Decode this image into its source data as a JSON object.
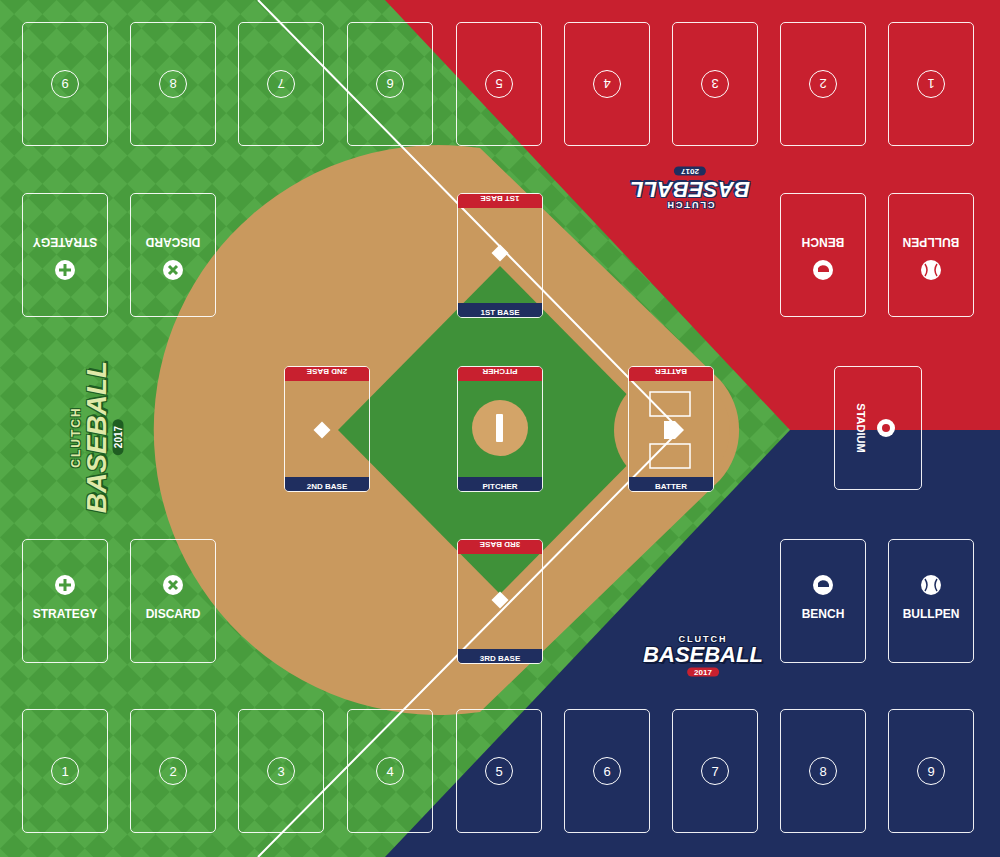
{
  "diagram": {
    "nodes": [
      {
        "text": [
          "9"
        ]
      },
      {
        "text": [
          "8"
        ]
      },
      {
        "text": [
          "7"
        ]
      },
      {
        "text": [
          "6"
        ]
      },
      {
        "text": [
          "5"
        ]
      },
      {
        "text": [
          "4"
        ]
      },
      {
        "text": [
          "3"
        ]
      },
      {
        "text": [
          "2"
        ]
      },
      {
        "text": [
          "1"
        ]
      },
      {
        "text": [
          "STRATEGY"
        ]
      },
      {
        "text": [
          "DISCARD"
        ]
      },
      {
        "text": [
          "BENCH"
        ]
      },
      {
        "text": [
          "BULLPEN"
        ]
      },
      {
        "text": [
          "1ST BASE",
          "1ST BASE"
        ]
      },
      {
        "text": [
          "2ND BASE",
          "2ND BASE"
        ]
      },
      {
        "text": [
          "PITCHER",
          "PITCHER"
        ]
      },
      {
        "text": [
          "BATTER",
          "BATTER"
        ]
      },
      {
        "text": [
          "STADIUM"
        ]
      },
      {
        "text": [
          "3RD BASE",
          "3RD BASE"
        ]
      },
      {
        "text": [
          "STRATEGY"
        ]
      },
      {
        "text": [
          "DISCARD"
        ]
      },
      {
        "text": [
          "BENCH"
        ]
      },
      {
        "text": [
          "BULLPEN"
        ]
      },
      {
        "text": [
          "1"
        ]
      },
      {
        "text": [
          "2"
        ]
      },
      {
        "text": [
          "3"
        ]
      },
      {
        "text": [
          "4"
        ]
      },
      {
        "text": [
          "5"
        ]
      },
      {
        "text": [
          "6"
        ]
      },
      {
        "text": [
          "7"
        ]
      },
      {
        "text": [
          "8"
        ]
      },
      {
        "text": [
          "9"
        ]
      }
    ],
    "labels": [
      "CLUTCH",
      "BASEBALL",
      "2017",
      "CLUTCH",
      "BASEBALL",
      "2017",
      "CLUTCH",
      "BASEBALL",
      "2017"
    ]
  }
}
